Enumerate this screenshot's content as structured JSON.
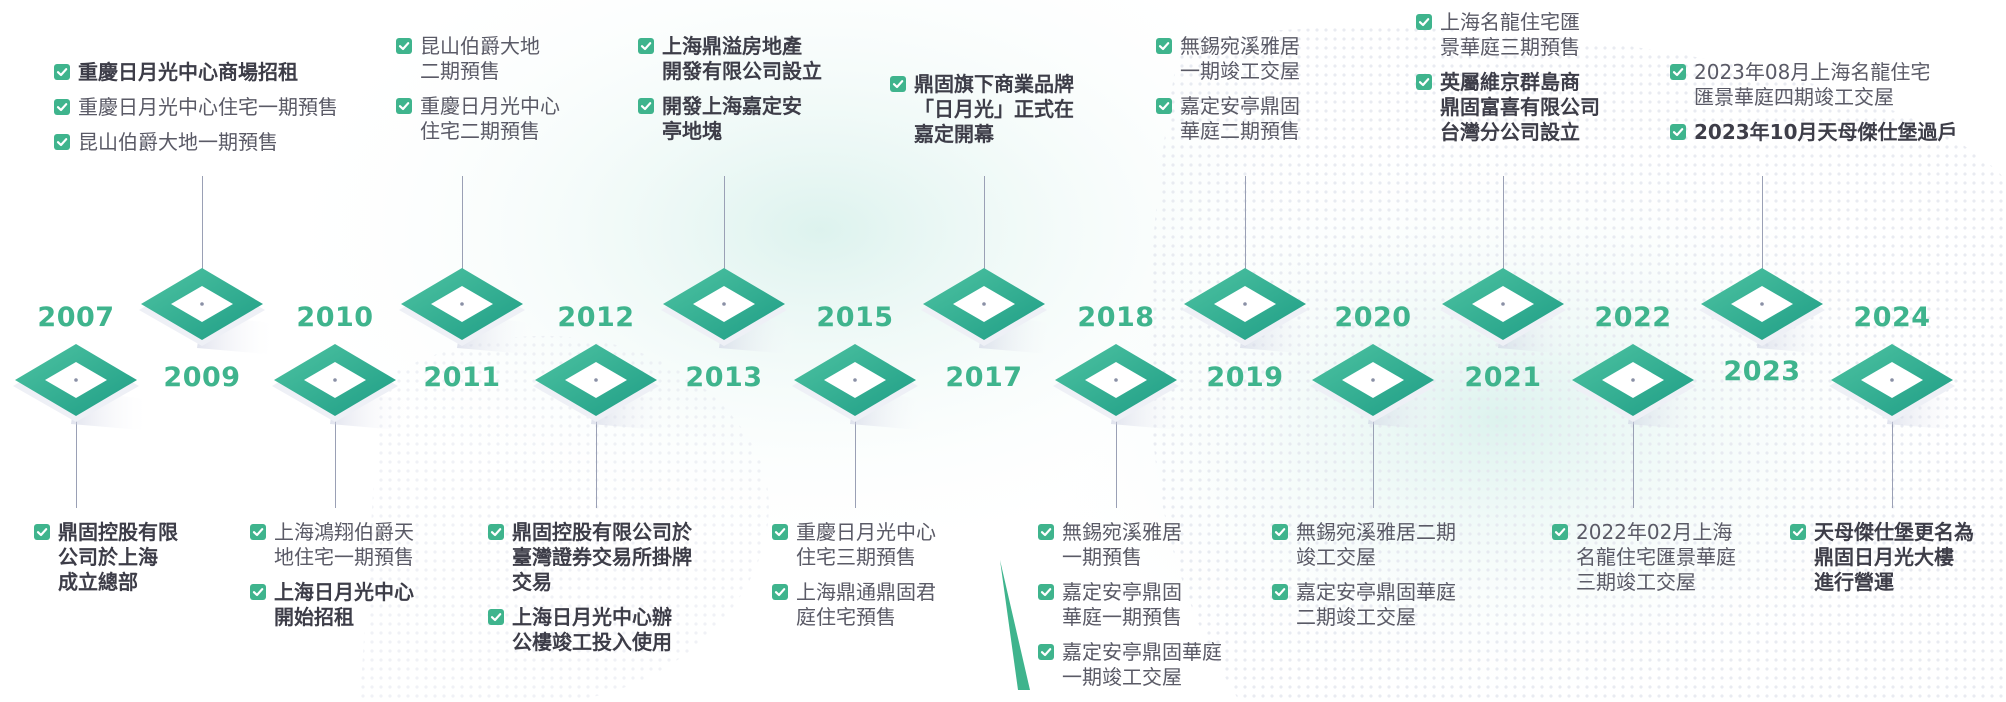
{
  "colors": {
    "accent": "#3fb48d",
    "diamond_light": "#4ec3a2",
    "diamond_dark": "#1e9d85",
    "text": "#5a5a66",
    "text_bold": "#3d3d48",
    "stem": "#9aa0b5"
  },
  "icon": "check-icon",
  "timeline": [
    {
      "year": "2007",
      "events": [
        {
          "text": "鼎固控股有限\n公司於上海\n成立總部",
          "bold": true
        }
      ]
    },
    {
      "year": "2009",
      "events": [
        {
          "text": "重慶日月光中心商場招租",
          "bold": true
        },
        {
          "text": "重慶日月光中心住宅一期預售",
          "bold": false
        },
        {
          "text": "昆山伯爵大地一期預售",
          "bold": false
        }
      ]
    },
    {
      "year": "2010",
      "events": [
        {
          "text": "上海鴻翔伯爵天\n地住宅一期預售",
          "bold": false
        },
        {
          "text": "上海日月光中心\n開始招租",
          "bold": true
        }
      ]
    },
    {
      "year": "2011",
      "events": [
        {
          "text": "昆山伯爵大地\n二期預售",
          "bold": false
        },
        {
          "text": "重慶日月光中心\n住宅二期預售",
          "bold": false
        }
      ]
    },
    {
      "year": "2012",
      "events": [
        {
          "text": "鼎固控股有限公司於\n臺灣證券交易所掛牌\n交易",
          "bold": true
        },
        {
          "text": "上海日月光中心辦\n公樓竣工投入使用",
          "bold": true
        }
      ]
    },
    {
      "year": "2013",
      "events": [
        {
          "text": "上海鼎溢房地產\n開發有限公司設立",
          "bold": true
        },
        {
          "text": "開發上海嘉定安\n亭地塊",
          "bold": true
        }
      ]
    },
    {
      "year": "2015",
      "events": [
        {
          "text": "重慶日月光中心\n住宅三期預售",
          "bold": false
        },
        {
          "text": "上海鼎通鼎固君\n庭住宅預售",
          "bold": false
        }
      ]
    },
    {
      "year": "2017",
      "events": [
        {
          "text": "鼎固旗下商業品牌\n「日月光」正式在\n嘉定開幕",
          "bold": true
        }
      ]
    },
    {
      "year": "2018",
      "events": [
        {
          "text": "無錫宛溪雅居\n一期預售",
          "bold": false
        },
        {
          "text": "嘉定安亭鼎固\n華庭一期預售",
          "bold": false
        },
        {
          "text": "嘉定安亭鼎固華庭\n一期竣工交屋",
          "bold": false
        }
      ]
    },
    {
      "year": "2019",
      "events": [
        {
          "text": "無錫宛溪雅居\n一期竣工交屋",
          "bold": false
        },
        {
          "text": "嘉定安亭鼎固\n華庭二期預售",
          "bold": false
        }
      ]
    },
    {
      "year": "2020",
      "events": [
        {
          "text": "無錫宛溪雅居二期\n竣工交屋",
          "bold": false
        },
        {
          "text": "嘉定安亭鼎固華庭\n二期竣工交屋",
          "bold": false
        }
      ]
    },
    {
      "year": "2021",
      "events": [
        {
          "text": "上海名龍住宅匯\n景華庭三期預售",
          "bold": false
        },
        {
          "text": "英屬維京群島商\n鼎固富喜有限公司\n台灣分公司設立",
          "bold": true
        }
      ]
    },
    {
      "year": "2022",
      "events": [
        {
          "text": "2022年02月上海\n名龍住宅匯景華庭\n三期竣工交屋",
          "bold": false
        }
      ]
    },
    {
      "year": "2023",
      "events": [
        {
          "text": "2023年08月上海名龍住宅\n匯景華庭四期竣工交屋",
          "bold": false
        },
        {
          "text": "2023年10月天母傑仕堡過戶",
          "bold": true
        }
      ]
    },
    {
      "year": "2024",
      "events": [
        {
          "text": "天母傑仕堡更名為\n鼎固日月光大樓\n進行營運",
          "bold": true
        }
      ]
    }
  ]
}
